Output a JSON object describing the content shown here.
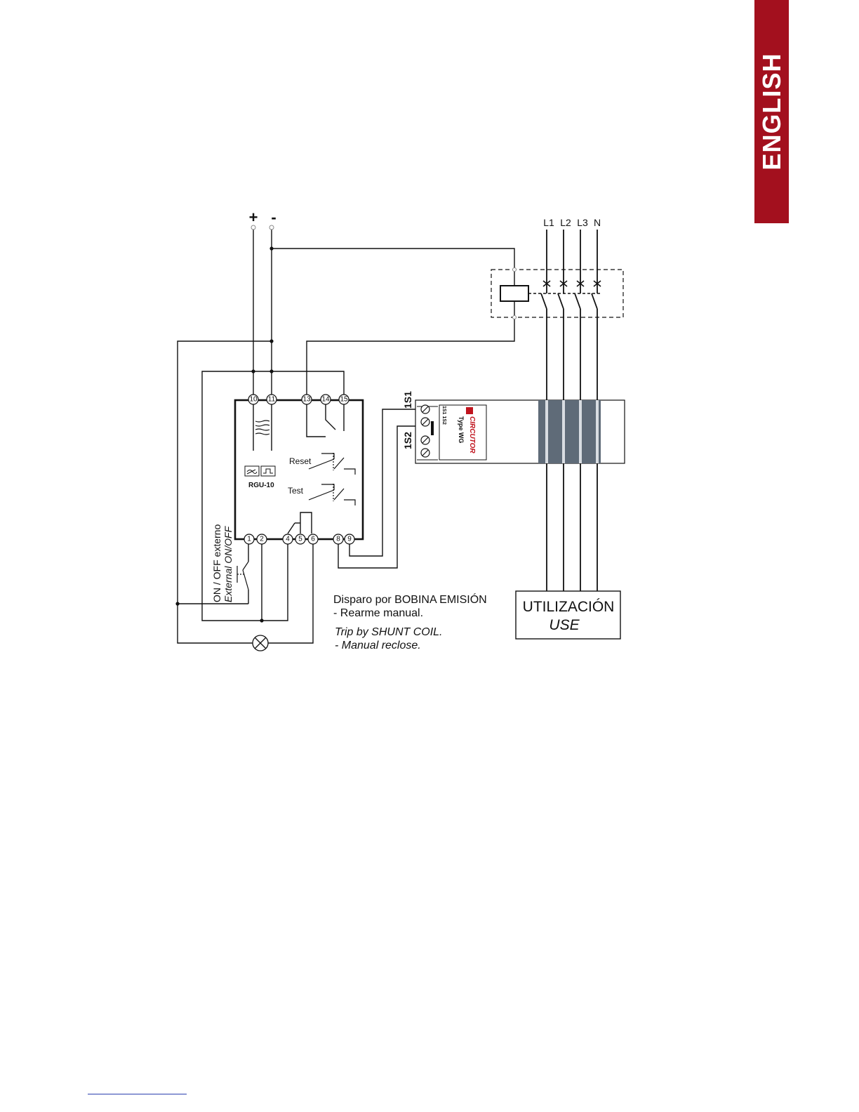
{
  "language_tab": "ENGLISH",
  "supply": {
    "plus": "+",
    "minus": "-"
  },
  "lines": [
    "L1",
    "L2",
    "L3",
    "N"
  ],
  "relay": {
    "model": "RGU-10",
    "reset_label": "Reset",
    "test_label": "Test",
    "top_terminals": [
      "10",
      "11",
      "13",
      "14",
      "15"
    ],
    "bottom_terminals": [
      "1",
      "2",
      "4",
      "5",
      "6",
      "8",
      "9"
    ]
  },
  "transformer": {
    "brand": "CIRCUTOR",
    "type_label": "Type WG",
    "terminal_text": "1S1 1S2",
    "s1": "1S1",
    "s2": "1S2"
  },
  "external_switch": {
    "es": "ON / OFF externo",
    "en": "External ON/OFF"
  },
  "notes": {
    "es_title": "Disparo por BOBINA EMISIÓN",
    "es_sub": "- Rearme manual.",
    "en_title": "Trip by SHUNT COIL.",
    "en_sub": "- Manual reclose."
  },
  "load_box": {
    "es": "UTILIZACIÓN",
    "en": "USE"
  },
  "colors": {
    "tab": "#a3101e",
    "brand": "#c0141e",
    "core": "#5f6b78"
  }
}
